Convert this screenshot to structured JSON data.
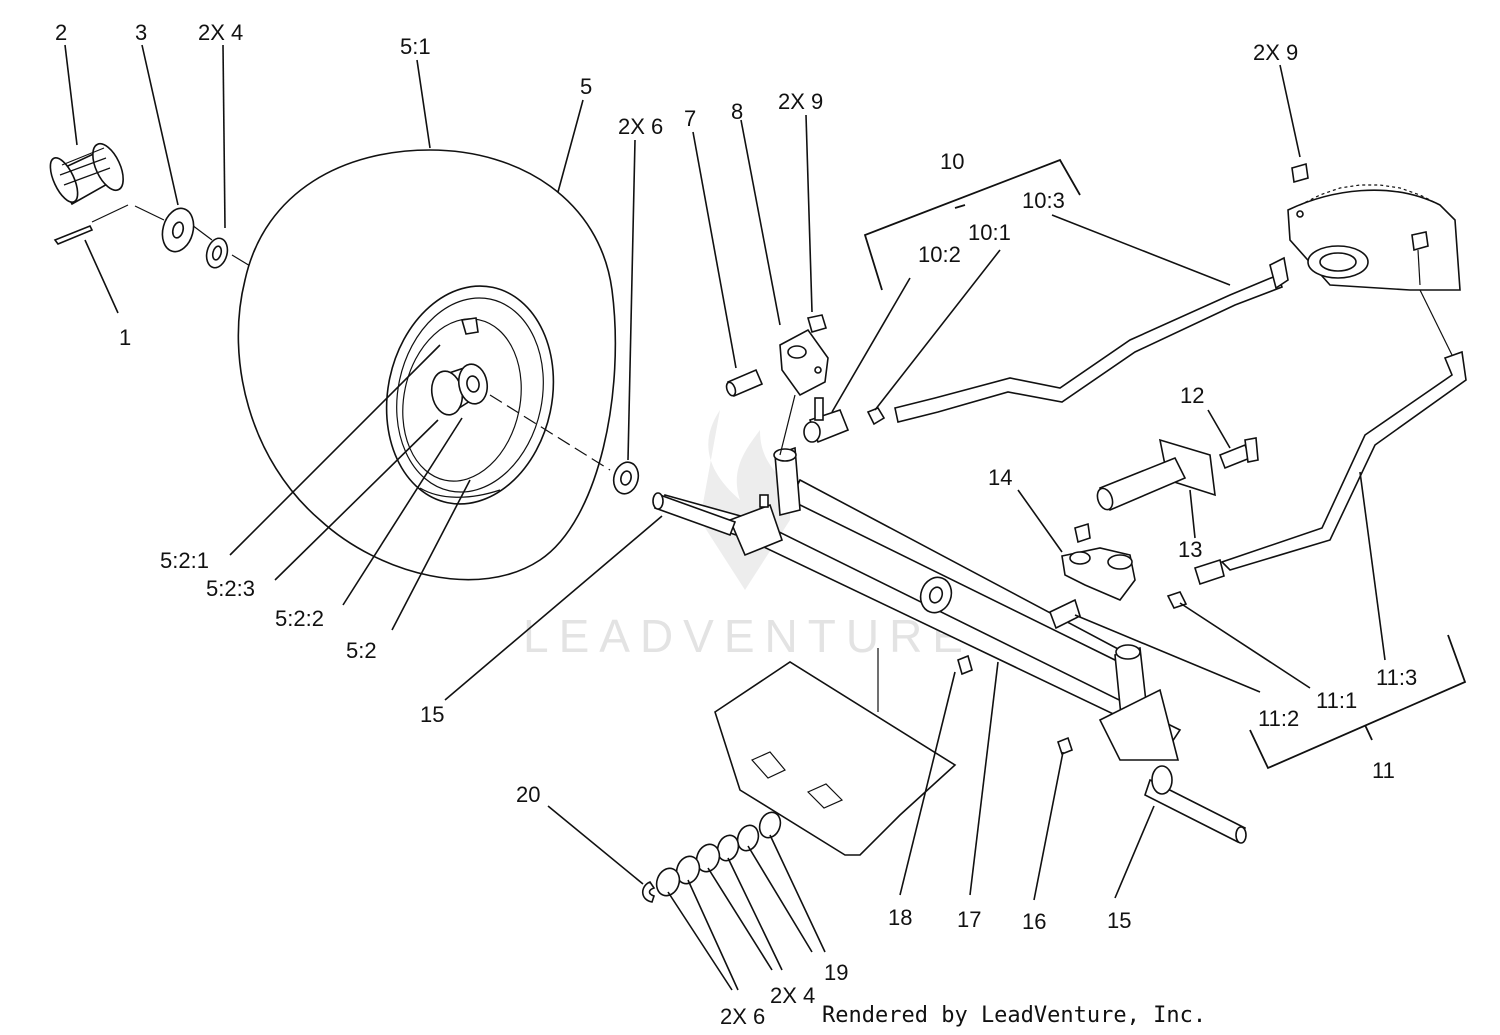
{
  "labels": {
    "l1": "1",
    "l2": "2",
    "l3": "3",
    "l2x4a": "2X 4",
    "l51": "5:1",
    "l5": "5",
    "l2x6a": "2X 6",
    "l7": "7",
    "l8": "8",
    "l2x9a": "2X 9",
    "l10": "10",
    "l103": "10:3",
    "l101": "10:1",
    "l102": "10:2",
    "l2x9b": "2X 9",
    "l521": "5:2:1",
    "l523": "5:2:3",
    "l522": "5:2:2",
    "l52": "5:2",
    "l15a": "15",
    "l12": "12",
    "l14": "14",
    "l13": "13",
    "l112": "11:2",
    "l111": "11:1",
    "l113": "11:3",
    "l11": "11",
    "l20": "20",
    "l18": "18",
    "l17": "17",
    "l16": "16",
    "l15b": "15",
    "l19": "19",
    "l2x4b": "2X 4",
    "l2x6b": "2X 6"
  },
  "watermark": "LEADVENTURE",
  "credit": "Rendered by LeadVenture, Inc."
}
